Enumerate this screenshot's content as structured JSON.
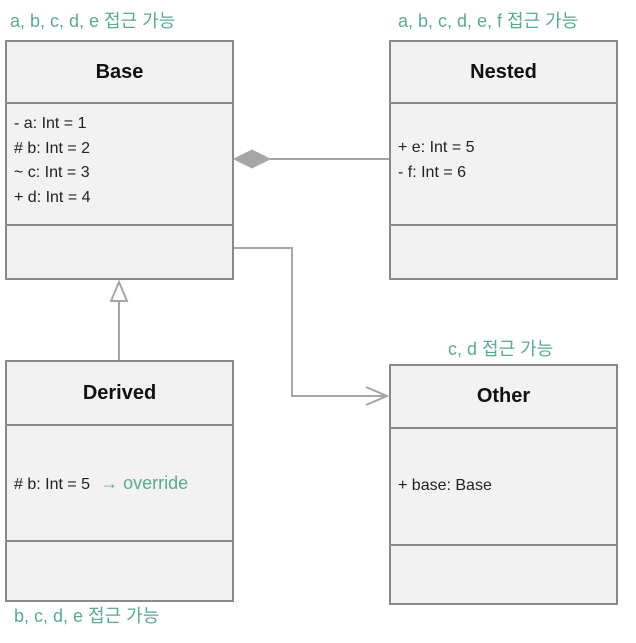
{
  "notes": {
    "base": "a, b, c, d, e 접근 가능",
    "nested": "a, b, c, d, e, f 접근 가능",
    "other": "c, d 접근 가능",
    "derived": "b, c, d, e 접근 가능"
  },
  "classes": {
    "base": {
      "name": "Base",
      "attrs": [
        "- a: Int = 1",
        "# b: Int = 2",
        "~ c: Int = 3",
        "+ d: Int = 4"
      ]
    },
    "nested": {
      "name": "Nested",
      "attrs": [
        "+ e: Int = 5",
        "- f: Int = 6"
      ]
    },
    "derived": {
      "name": "Derived",
      "attrs": [
        "# b: Int = 5"
      ],
      "annotation": "→ override"
    },
    "other": {
      "name": "Other",
      "attrs": [
        "+ base: Base"
      ]
    }
  },
  "relations": [
    {
      "type": "composition",
      "whole": "Base",
      "part": "Nested"
    },
    {
      "type": "inheritance",
      "child": "Derived",
      "parent": "Base"
    },
    {
      "type": "association",
      "from": "Base",
      "to": "Other"
    }
  ],
  "colors": {
    "note": "#5fa98c",
    "box_fill": "#f2f2f2",
    "border": "#8a8a8a",
    "line": "#a6a6a6"
  }
}
